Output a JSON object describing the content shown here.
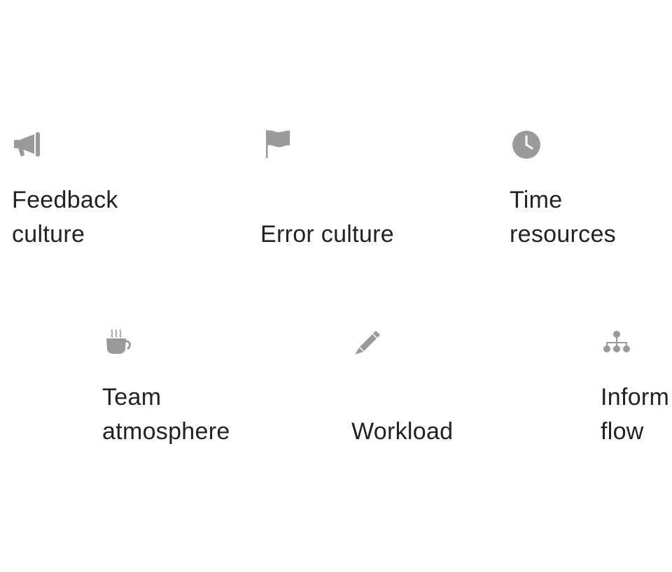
{
  "icon_color": "#9a9a9a",
  "text_color": "#222222",
  "items": [
    {
      "icon": "megaphone-icon",
      "label": "Feedback\nculture"
    },
    {
      "icon": "flag-icon",
      "label": "Error culture"
    },
    {
      "icon": "clock-icon",
      "label": "Time\nresources"
    },
    {
      "icon": "coffee-cup-icon",
      "label": "Team\natmosphere"
    },
    {
      "icon": "pencil-icon",
      "label": "Workload"
    },
    {
      "icon": "org-chart-icon",
      "label": "Inform\nflow"
    }
  ]
}
